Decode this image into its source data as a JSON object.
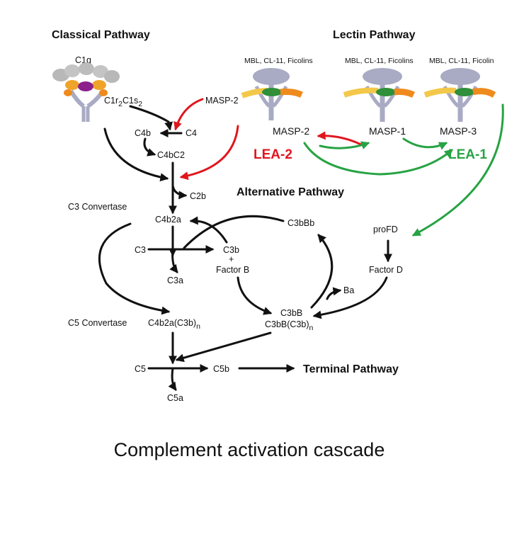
{
  "headers": {
    "classical": "Classical Pathway",
    "lectin": "Lectin Pathway",
    "alternative": "Alternative Pathway",
    "terminal": "Terminal Pathway"
  },
  "classical": {
    "c1q": "C1q",
    "c1_base": "C1r",
    "c1_sub1": "2",
    "c1_mid": "C1s",
    "c1_sub2": "2",
    "masp2": "MASP-2",
    "c4b": "C4b",
    "c4": "C4",
    "c4bc2": "C4bC2",
    "c2b": "C2b",
    "c3_convertase": "C3 Convertase",
    "c4b2a": "C4b2a",
    "c3": "C3",
    "c3a": "C3a",
    "c5_convertase": "C5 Convertase",
    "c4b2a_c3b": "C4b2a(C3b)",
    "c4b2a_c3b_sub": "n",
    "c5": "C5",
    "c5b": "C5b",
    "c5a": "C5a"
  },
  "lectin": {
    "recognition_1": "MBL, CL-11, Ficolins",
    "recognition_2": "MBL, CL-11, Ficolins",
    "recognition_3": "MBL, CL-11, Ficolin",
    "masp2": "MASP-2",
    "masp1": "MASP-1",
    "masp3": "MASP-3",
    "lea2": "LEA-2",
    "lea1": "LEA-1"
  },
  "alternative": {
    "c3b": "C3b",
    "plus": "+",
    "factor_b": "Factor B",
    "c3bbb": "C3bBb",
    "ba": "Ba",
    "c3bb": "C3bB",
    "c3bb_c3b": "C3bB(C3b)",
    "c3bb_c3b_sub": "n",
    "profd": "proFD",
    "factor_d": "Factor D"
  },
  "caption": "Complement activation cascade",
  "colors": {
    "arrow": "#111111",
    "lea2": "#e0161d",
    "lea1": "#27a344",
    "protein_body": "#a9abc4",
    "c1q_head": "#b8b8b8",
    "c1q_core_orange": "#f0a32a",
    "c1q_core_purple": "#8b1f8c",
    "masp_yellow": "#f3c84a",
    "masp_orange": "#ef8a1d",
    "masp_green": "#2f8f3a"
  }
}
